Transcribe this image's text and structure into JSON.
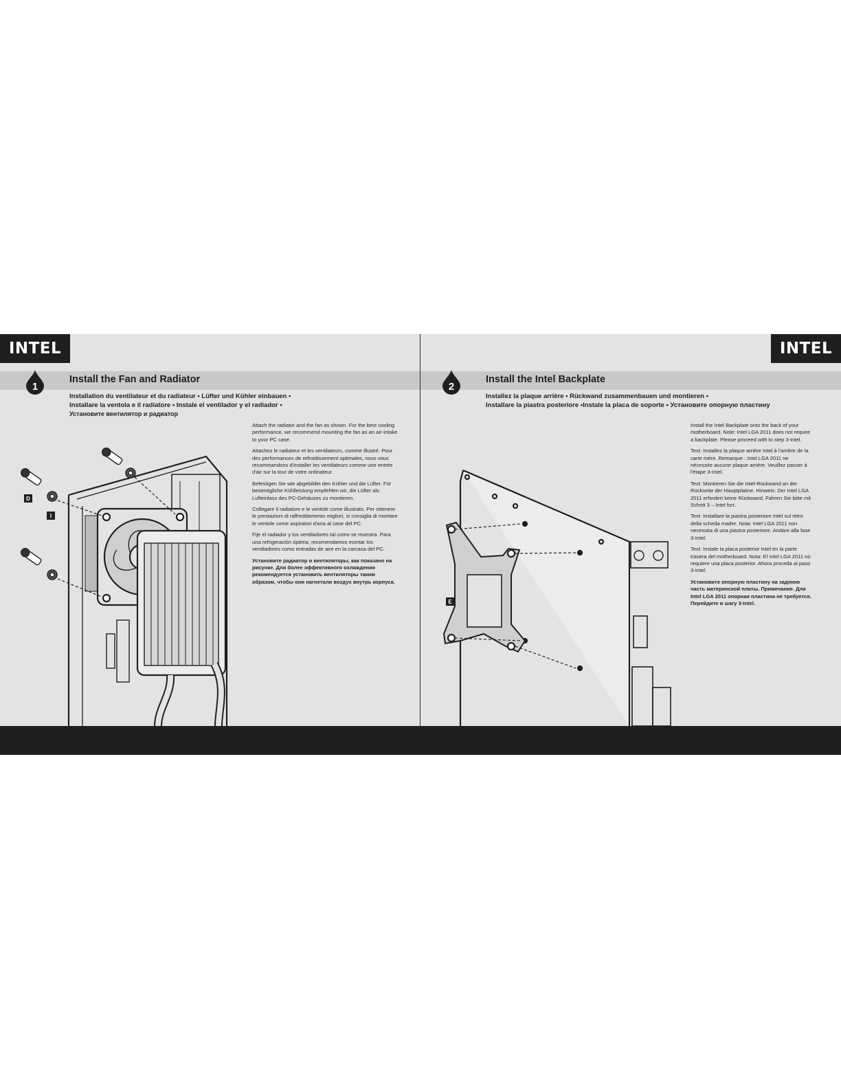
{
  "left_page": {
    "brand_tag": "INTEL",
    "step_number": "1",
    "title": "Install the Fan and Radiator",
    "subtitle_lines": [
      "Installation du ventilateur et du radiateur • Lüfter und Kühler einbauen •",
      "Installare la ventola e il radiatore • Instale el ventilador y el radiador •",
      "Установите вентилятор и радиатор"
    ],
    "paragraphs": [
      "Attach the radiator and the fan as shown. For the best cooling performance, we recommend mounting the fan as an air-intake to your PC case.",
      "Attachez le radiateur et les ventilateurs, comme illustré. Pour des performances de refroidissement optimales, nous vous recommandons d'installer les ventilateurs comme une entrée d'air sur la tour de votre ordinateur.",
      "Befestigen Sie wie abgebildet den Kühler und die Lüfter. Für bestmögliche Kühlleistung empfehlen wir, die Lüfter als Lufteinlass des PC-Gehäuses zu montieren.",
      "Collegare il radiatore e le ventole come illustrato. Per ottenere le prestazioni di raffreddamento migliori, si consiglia di montare le ventole come aspiratori d'aria al case del PC.",
      "Fije el radiador y los ventiladores tal como se muestra. Para una refrigeración óptima, recomendamos montar los ventiladores como entradas de aire en la carcasa del PC.",
      "Установите радиатор и вентиляторы, как показано на рисунке. Для более эффективного охлаждения рекомендуется установить вентиляторы таким образом, чтобы они нагнетали воздух внутрь корпуса."
    ],
    "part_labels": [
      "D",
      "I"
    ]
  },
  "right_page": {
    "brand_tag": "INTEL",
    "step_number": "2",
    "title": "Install the Intel Backplate",
    "subtitle_lines": [
      "Installez la plaque arrière • Rückwand zusammenbauen und montieren •",
      "Installare la piastra posteriore •Instale la placa de soporte • Установите опорную пластину"
    ],
    "paragraphs": [
      "Install the Intel Backplate onto the back of your motherboard. Note: Intel LGA 2011 does not require a backplate. Please proceed with to step 3-intel.",
      "Text: Installez la plaque arrière Intel à l'arrière de la carte mère. Remarque : Intel LGA 2011 ne nécessite aucune plaque arrière. Veuillez passer à l'étape 3-Intel.",
      "Text: Montieren Sie die Intel-Rückwand an der Rückseite der Hauptplatine. Hinweis: Der Intel LGA 2011 erfordert keine Rückwand. Fahren Sie bitte mit Schritt 3 – Intel fort.",
      "Text: Installare la piastra posteriore Intel sul retro della scheda madre. Nota: Intel LGA 2011 non necessita di una piastra posteriore. Andare alla fase 3-Intel.",
      "Text: Instale la placa posterior Intel en la parte trasera del motherboard. Nota: El Intel LGA 2011 no requiere una placa posterior. Ahora proceda al paso 3-Intel.",
      "Установите опорную пластину на заднюю часть материнской платы. Примечание. Для Intel LGA 2011 опорная пластина не требуется. Перейдите в шагу 3-Intel."
    ],
    "part_labels": [
      "E"
    ]
  }
}
